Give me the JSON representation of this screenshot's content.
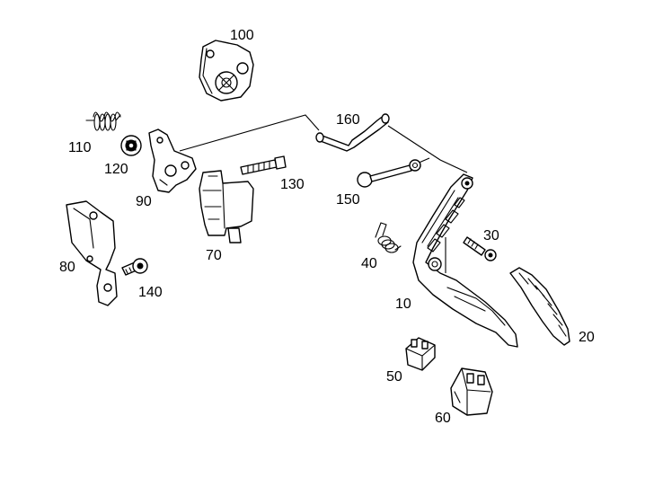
{
  "diagram": {
    "colors": {
      "line": "#000000",
      "background": "#ffffff"
    },
    "callouts": [
      {
        "id": "c100",
        "label": "100"
      },
      {
        "id": "c110",
        "label": "110"
      },
      {
        "id": "c120",
        "label": "120"
      },
      {
        "id": "c90",
        "label": "90"
      },
      {
        "id": "c130",
        "label": "130"
      },
      {
        "id": "c160",
        "label": "160"
      },
      {
        "id": "c150",
        "label": "150"
      },
      {
        "id": "c70",
        "label": "70"
      },
      {
        "id": "c80",
        "label": "80"
      },
      {
        "id": "c140",
        "label": "140"
      },
      {
        "id": "c40",
        "label": "40"
      },
      {
        "id": "c30",
        "label": "30"
      },
      {
        "id": "c10",
        "label": "10"
      },
      {
        "id": "c20",
        "label": "20"
      },
      {
        "id": "c50",
        "label": "50"
      },
      {
        "id": "c60",
        "label": "60"
      }
    ]
  }
}
